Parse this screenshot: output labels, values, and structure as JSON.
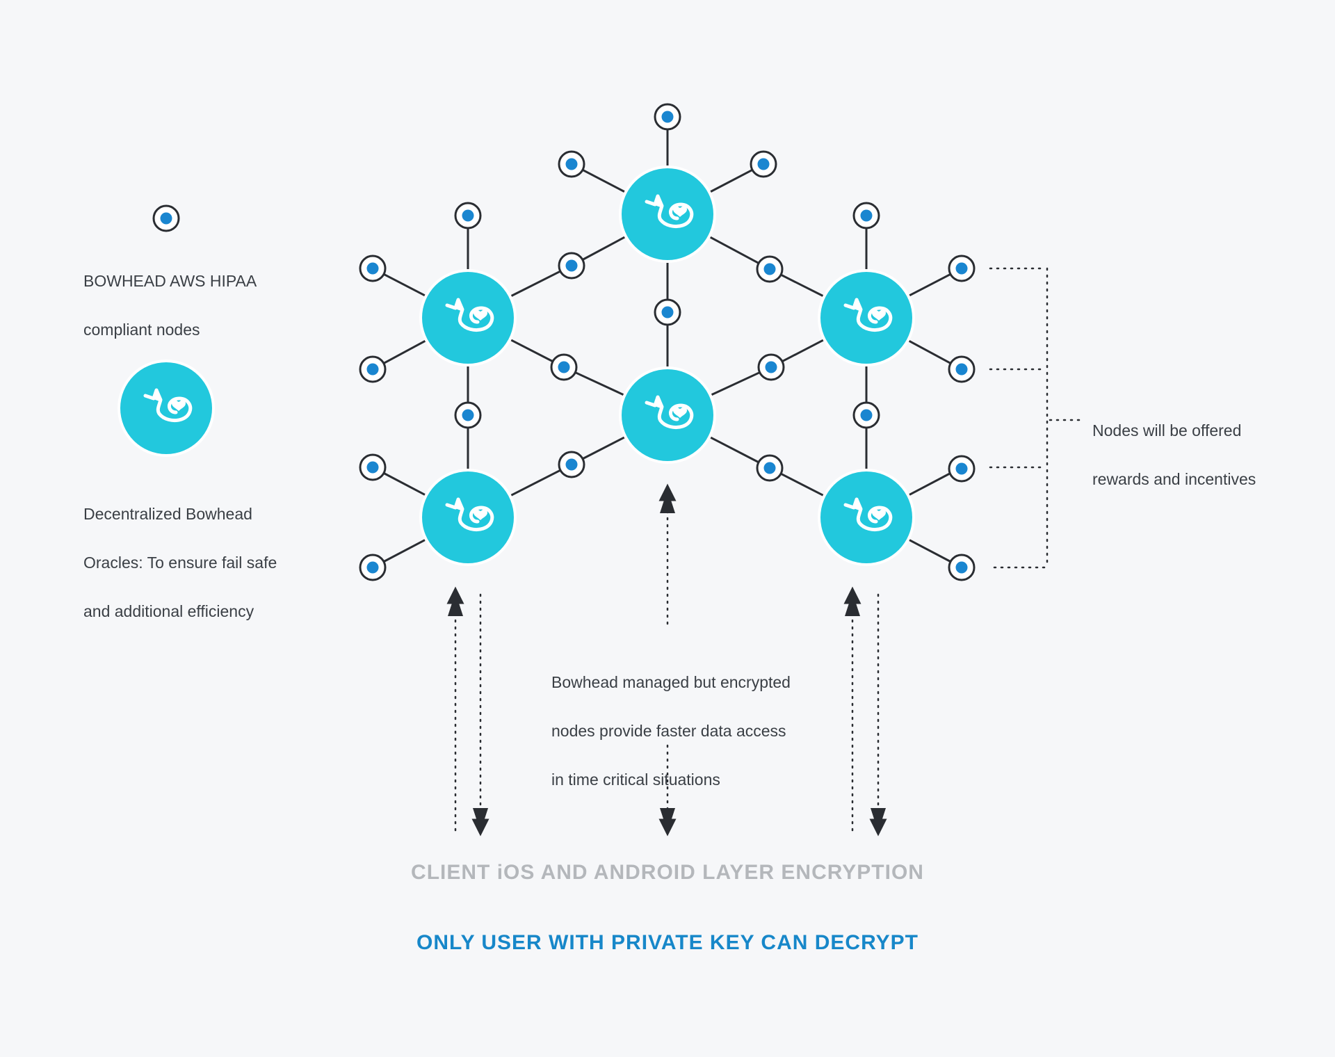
{
  "legend": {
    "small_node_label": [
      "BOWHEAD AWS HIPAA",
      "compliant nodes"
    ],
    "oracle_label": [
      "Decentralized Bowhead",
      "Oracles: To ensure fail safe",
      "and additional efficiency"
    ]
  },
  "notes": {
    "rewards": [
      "Nodes will be offered",
      "rewards and incentives"
    ],
    "managed": [
      "Bowhead managed but encrypted",
      "nodes provide faster data access",
      "in time critical situations"
    ]
  },
  "footer": {
    "encryption": "CLIENT iOS AND ANDROID LAYER ENCRYPTION",
    "decrypt": "ONLY USER WITH PRIVATE KEY CAN DECRYPT"
  },
  "colors": {
    "oracle_fill": "#22c8dd",
    "node_dot": "#1a86d0",
    "line": "#2a2d32",
    "text": "#3a3f45",
    "encryption_text": "#b4b7bb",
    "decrypt_text": "#1787c9"
  },
  "icons": {
    "oracle": "whale-heart-icon",
    "node": "node-dot-icon"
  }
}
